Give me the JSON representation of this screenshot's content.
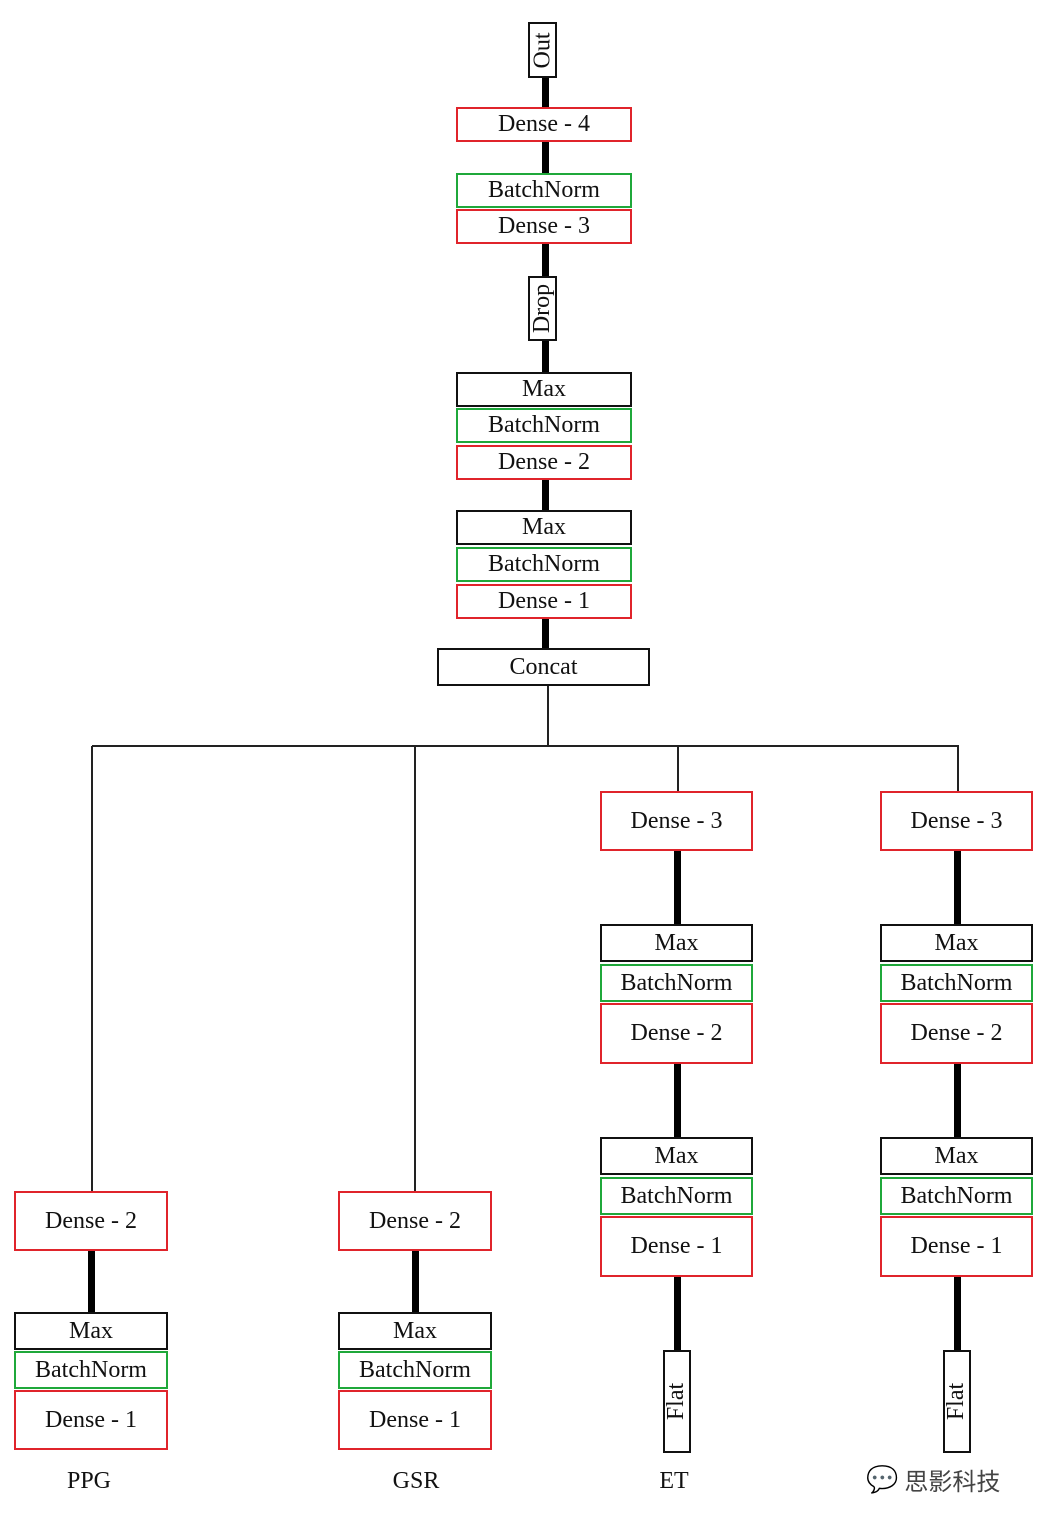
{
  "colors": {
    "dense": "#e0242b",
    "batchnorm": "#1fa83a",
    "other": "#111111"
  },
  "top": {
    "out": "Out",
    "dense4": "Dense - 4",
    "bn3": "BatchNorm",
    "dense3": "Dense - 3",
    "drop": "Drop",
    "max2": "Max",
    "bn2": "BatchNorm",
    "dense2": "Dense - 2",
    "max1": "Max",
    "bn1": "BatchNorm",
    "dense1": "Dense - 1",
    "concat": "Concat"
  },
  "branches": [
    {
      "name": "PPG",
      "dense2": "Dense - 2",
      "max": "Max",
      "bn": "BatchNorm",
      "dense1": "Dense - 1"
    },
    {
      "name": "GSR",
      "dense2": "Dense - 2",
      "max": "Max",
      "bn": "BatchNorm",
      "dense1": "Dense - 1"
    },
    {
      "name": "ET",
      "dense3": "Dense - 3",
      "max2": "Max",
      "bn2": "BatchNorm",
      "dense2": "Dense - 2",
      "max1": "Max",
      "bn1": "BatchNorm",
      "dense1": "Dense - 1",
      "flat": "Flat"
    },
    {
      "name": "",
      "dense3": "Dense - 3",
      "max2": "Max",
      "bn2": "BatchNorm",
      "dense2": "Dense - 2",
      "max1": "Max",
      "bn1": "BatchNorm",
      "dense1": "Dense - 1",
      "flat": "Flat"
    }
  ],
  "watermark": "思影科技"
}
